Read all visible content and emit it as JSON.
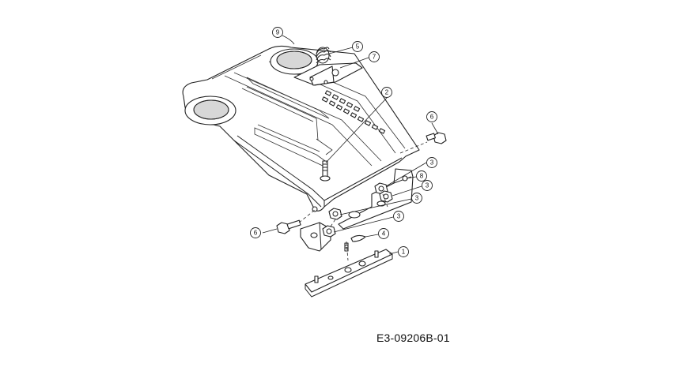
{
  "drawing_code": "E3-09206B-01",
  "callouts": [
    "1",
    "2",
    "3",
    "3",
    "3",
    "3",
    "4",
    "5",
    "6",
    "6",
    "7",
    "8",
    "9"
  ],
  "colors": {
    "line": "#222222",
    "background": "#ffffff"
  }
}
